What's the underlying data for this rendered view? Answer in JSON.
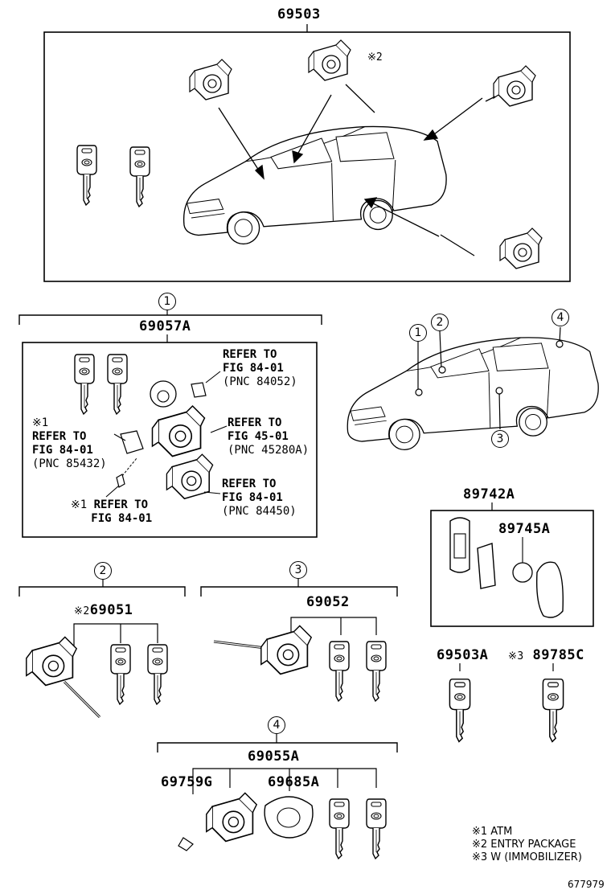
{
  "top": {
    "part": "69503",
    "entry_mark": "※2"
  },
  "section1": {
    "marker": "1",
    "part": "69057A",
    "refs": [
      {
        "line1": "REFER TO",
        "line2": "FIG 84-01",
        "line3": "(PNC 84052)"
      },
      {
        "line1": "REFER TO",
        "line2": "FIG 45-01",
        "line3": "(PNC 45280A)"
      },
      {
        "mark": "※1",
        "line1": "REFER TO",
        "line2": "FIG 84-01",
        "line3": "(PNC 85432)"
      },
      {
        "line1": "REFER TO",
        "line2": "FIG 84-01",
        "line3": "(PNC 84450)"
      },
      {
        "mark": "※1",
        "line1": "REFER TO",
        "line2": "FIG 84-01"
      }
    ]
  },
  "car_markers": [
    "1",
    "2",
    "3",
    "4"
  ],
  "remote": {
    "outer": "89742A",
    "inner": "89745A"
  },
  "section2": {
    "marker": "2",
    "mark": "※2",
    "part": "69051"
  },
  "section3": {
    "marker": "3",
    "part": "69052"
  },
  "section4": {
    "marker": "4",
    "part": "69055A",
    "sub1": "69759G",
    "sub2": "69685A"
  },
  "keys": {
    "left_part": "69503A",
    "right_mark": "※3",
    "right_part": "89785C"
  },
  "legend": [
    "※1 ATM",
    "※2 ENTRY PACKAGE",
    "※3 W (IMMOBILIZER)"
  ],
  "diagram_id": "677979"
}
